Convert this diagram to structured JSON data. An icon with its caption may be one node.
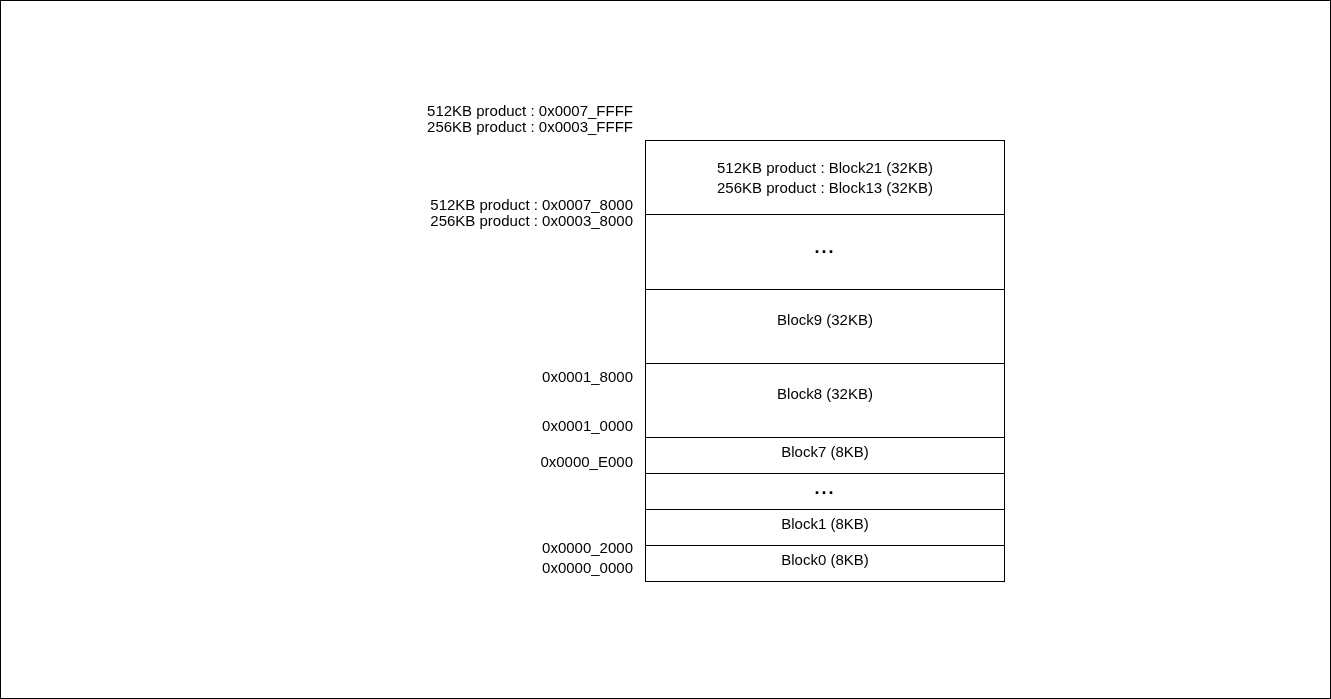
{
  "diagram": {
    "nodes": [
      {
        "text": [
          "512KB product : Block21 (32KB)",
          "256KB product : Block13 (32KB)"
        ]
      },
      {
        "text": [
          "..."
        ]
      },
      {
        "text": [
          "Block9 (32KB)"
        ]
      },
      {
        "text": [
          "Block8 (32KB)"
        ]
      },
      {
        "text": [
          "Block7 (8KB)"
        ]
      },
      {
        "text": [
          "..."
        ]
      },
      {
        "text": [
          "Block1 (8KB)"
        ]
      },
      {
        "text": [
          "Block0 (8KB)"
        ]
      }
    ],
    "labels": [
      "512KB product : 0x0007_FFFF",
      "256KB product : 0x0003_FFFF",
      "512KB product : 0x0007_8000",
      "256KB product : 0x0003_8000",
      "0x0001_8000",
      "0x0001_0000",
      "0x0000_E000",
      "0x0000_2000",
      "0x0000_0000"
    ]
  }
}
